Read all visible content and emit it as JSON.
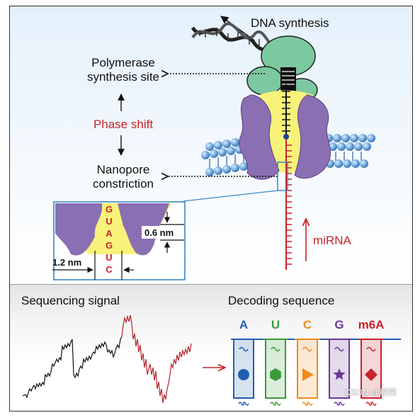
{
  "labels": {
    "dna_synthesis": "DNA synthesis",
    "polymerase_line1": "Polymerase",
    "polymerase_line2": "synthesis site",
    "phase_shift": "Phase shift",
    "nanopore_line1": "Nanopore",
    "nanopore_line2": "constriction",
    "mirna": "miRNA",
    "inset_sequence": [
      "G",
      "U",
      "A",
      "G",
      "U",
      "C"
    ],
    "width_outer": "1.2 nm",
    "width_inner": "0.6 nm",
    "sequencing_signal": "Sequencing signal",
    "decoding_sequence": "Decoding sequence"
  },
  "decoding_bases": [
    {
      "label": "A",
      "color": "#1f5fae",
      "shape": "circle-icon"
    },
    {
      "label": "U",
      "color": "#3a9a3a",
      "shape": "hexagon-icon"
    },
    {
      "label": "C",
      "color": "#f08a1c",
      "shape": "triangle-icon"
    },
    {
      "label": "G",
      "color": "#6a3a9a",
      "shape": "star-icon"
    },
    {
      "label": "m6A",
      "color": "#c8242b",
      "shape": "diamond-icon"
    }
  ],
  "colors": {
    "accent_red": "#c8242b",
    "pore_purple": "#8b6fb3",
    "polymerase_green": "#7cc8a0",
    "membrane_blue": "#4a86c6",
    "inset_border": "#3a87c8"
  },
  "watermark": "CSDN @朝荣"
}
